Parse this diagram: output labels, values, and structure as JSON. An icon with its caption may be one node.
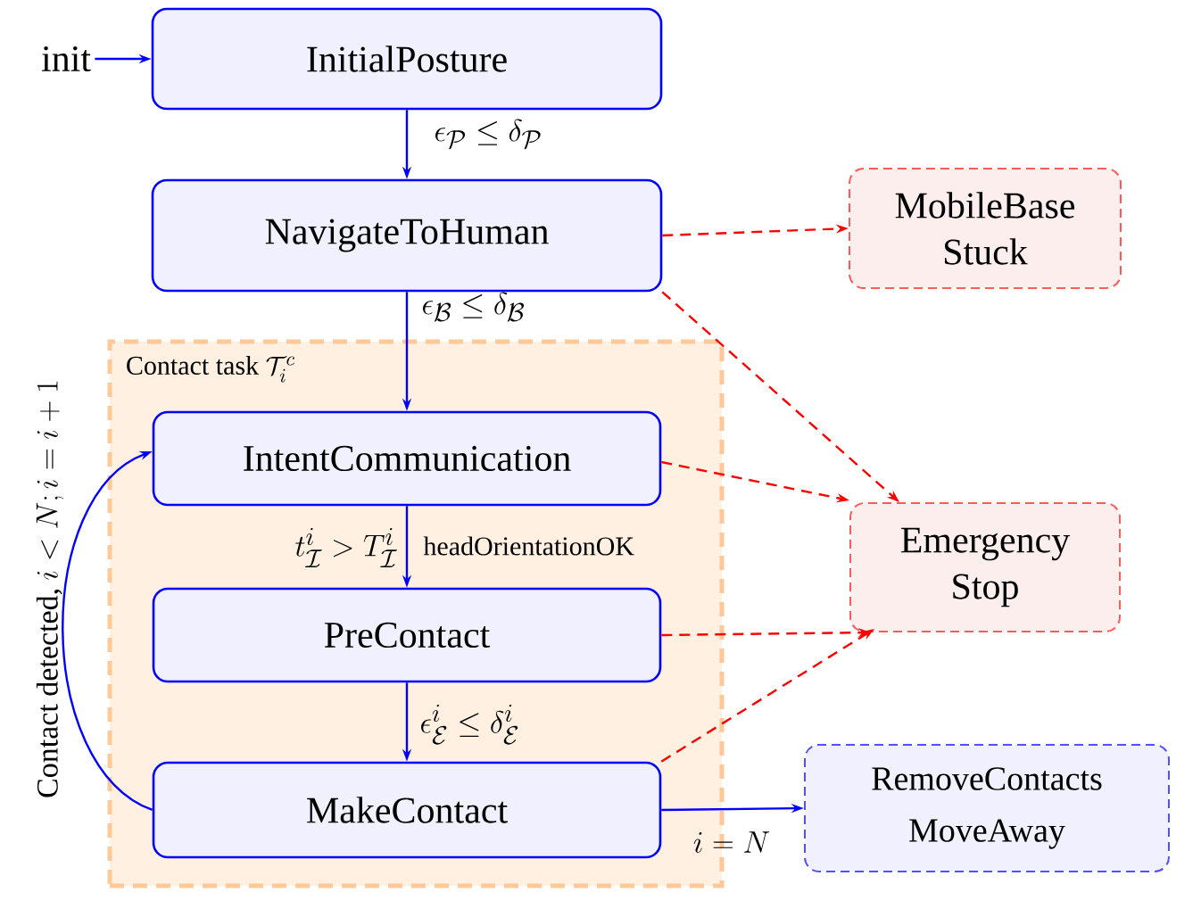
{
  "diagram": {
    "nodes": [
      {
        "text": [
          "init"
        ]
      },
      {
        "text": [
          "InitialPosture"
        ]
      },
      {
        "text": [
          "NavigateToHuman"
        ]
      },
      {
        "text": [
          "MobileBase Stuck"
        ]
      },
      {
        "text": [
          "\\text{Contact task } \\mathcal{T}_i^c"
        ]
      },
      {
        "text": [
          "IntentCommunication"
        ],
        "in": 4
      },
      {
        "text": [
          "PreContact"
        ],
        "in": 4
      },
      {
        "text": [
          "MakeContact"
        ],
        "in": 4
      },
      {
        "text": [
          "Emergency Stop"
        ]
      },
      {
        "text": [
          "RemoveContacts MoveAway"
        ]
      }
    ],
    "edges": [
      {
        "from": 0,
        "to": 1,
        "arrow": "to"
      },
      {
        "from": 1,
        "to": 2,
        "arrow": "to",
        "label": "\\epsilon_{\\mathcal{P}} \\leq \\delta_{\\mathcal{P}}"
      },
      {
        "from": 2,
        "to": 3,
        "arrow": "to",
        "style": "dashed",
        "color": "#ff0000"
      },
      {
        "from": 2,
        "to": 8,
        "arrow": "to",
        "style": "dashed",
        "color": "#ff0000"
      },
      {
        "from": 2,
        "to": 5,
        "arrow": "to",
        "label": "\\epsilon_{\\mathcal{B}} \\leq \\delta_{\\mathcal{B}}"
      },
      {
        "from": 5,
        "to": 8,
        "arrow": "to",
        "style": "dashed",
        "color": "#ff0000"
      },
      {
        "from": 5,
        "to": 6,
        "arrow": "to",
        "label": "t^i_{\\mathcal{I}} > T^i_{\\mathcal{I}}"
      },
      {
        "from": 6,
        "to": 8,
        "arrow": "to",
        "style": "dashed",
        "color": "#ff0000"
      },
      {
        "from": 6,
        "to": 7,
        "arrow": "to",
        "label": "\\epsilon^i_{\\mathcal{E}} \\leq \\delta^i_{\\mathcal{E}}"
      },
      {
        "from": 7,
        "to": 8,
        "arrow": "to",
        "style": "dashed",
        "color": "#ff0000"
      },
      {
        "from": 7,
        "to": 9,
        "arrow": "to",
        "label": "i = N"
      },
      {
        "from": 7,
        "to": 5,
        "arrow": "to",
        "label": "\\text{Contact detected, } i < N; i = i + 1"
      }
    ],
    "labels": [
      "headOrientationOK"
    ]
  }
}
